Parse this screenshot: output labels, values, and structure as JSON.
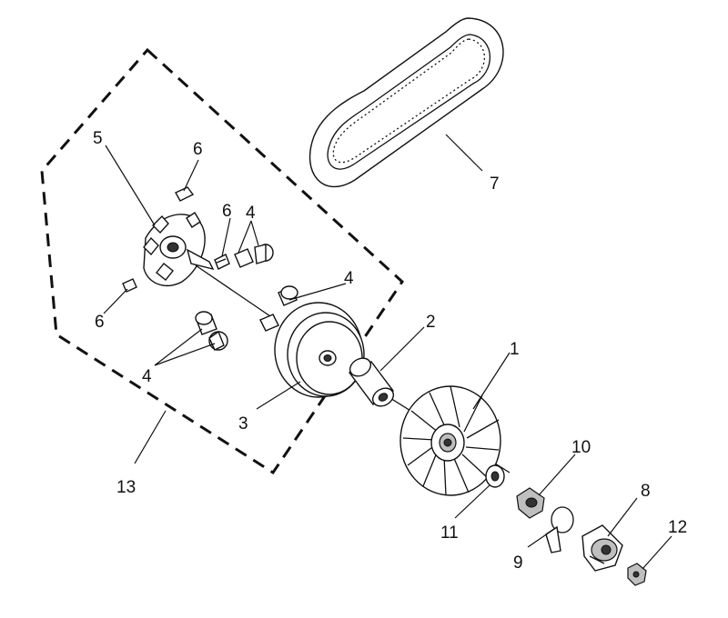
{
  "diagram": {
    "callouts": [
      {
        "id": "c1",
        "text": "1"
      },
      {
        "id": "c2",
        "text": "2"
      },
      {
        "id": "c3",
        "text": "3"
      },
      {
        "id": "c4a",
        "text": "4"
      },
      {
        "id": "c4b",
        "text": "4"
      },
      {
        "id": "c4c",
        "text": "4"
      },
      {
        "id": "c5",
        "text": "5"
      },
      {
        "id": "c6a",
        "text": "6"
      },
      {
        "id": "c6b",
        "text": "6"
      },
      {
        "id": "c6c",
        "text": "6"
      },
      {
        "id": "c7",
        "text": "7"
      },
      {
        "id": "c8",
        "text": "8"
      },
      {
        "id": "c9",
        "text": "9"
      },
      {
        "id": "c10",
        "text": "10"
      },
      {
        "id": "c11",
        "text": "11"
      },
      {
        "id": "c12",
        "text": "12"
      },
      {
        "id": "c13",
        "text": "13"
      }
    ]
  }
}
